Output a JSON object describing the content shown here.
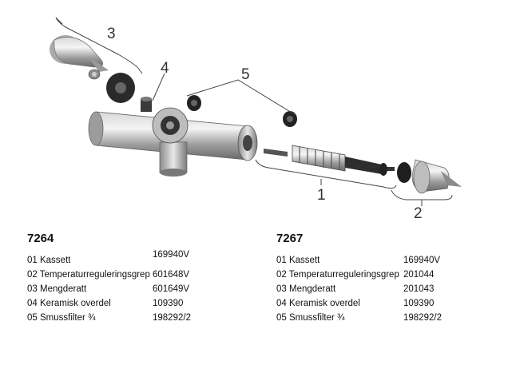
{
  "callouts": [
    "1",
    "2",
    "3",
    "4",
    "5"
  ],
  "tables": [
    {
      "model": "7264",
      "rows": [
        {
          "part": "01 Kassett",
          "code": "169940V"
        },
        {
          "part": "02 Temperaturreguleringsgrep",
          "code": "601648V"
        },
        {
          "part": "03 Mengderatt",
          "code": "601649V"
        },
        {
          "part": "04 Keramisk overdel",
          "code": "109390"
        },
        {
          "part": "05 Smussfilter ¾",
          "code": "198292/2"
        }
      ]
    },
    {
      "model": "7267",
      "rows": [
        {
          "part": "01 Kassett",
          "code": "169940V"
        },
        {
          "part": "02 Temperaturreguleringsgrep",
          "code": "201044"
        },
        {
          "part": "03 Mengderatt",
          "code": "201043"
        },
        {
          "part": "04 Keramisk overdel",
          "code": "109390"
        },
        {
          "part": "05 Smussfilter ¾",
          "code": "198292/2"
        }
      ]
    }
  ]
}
